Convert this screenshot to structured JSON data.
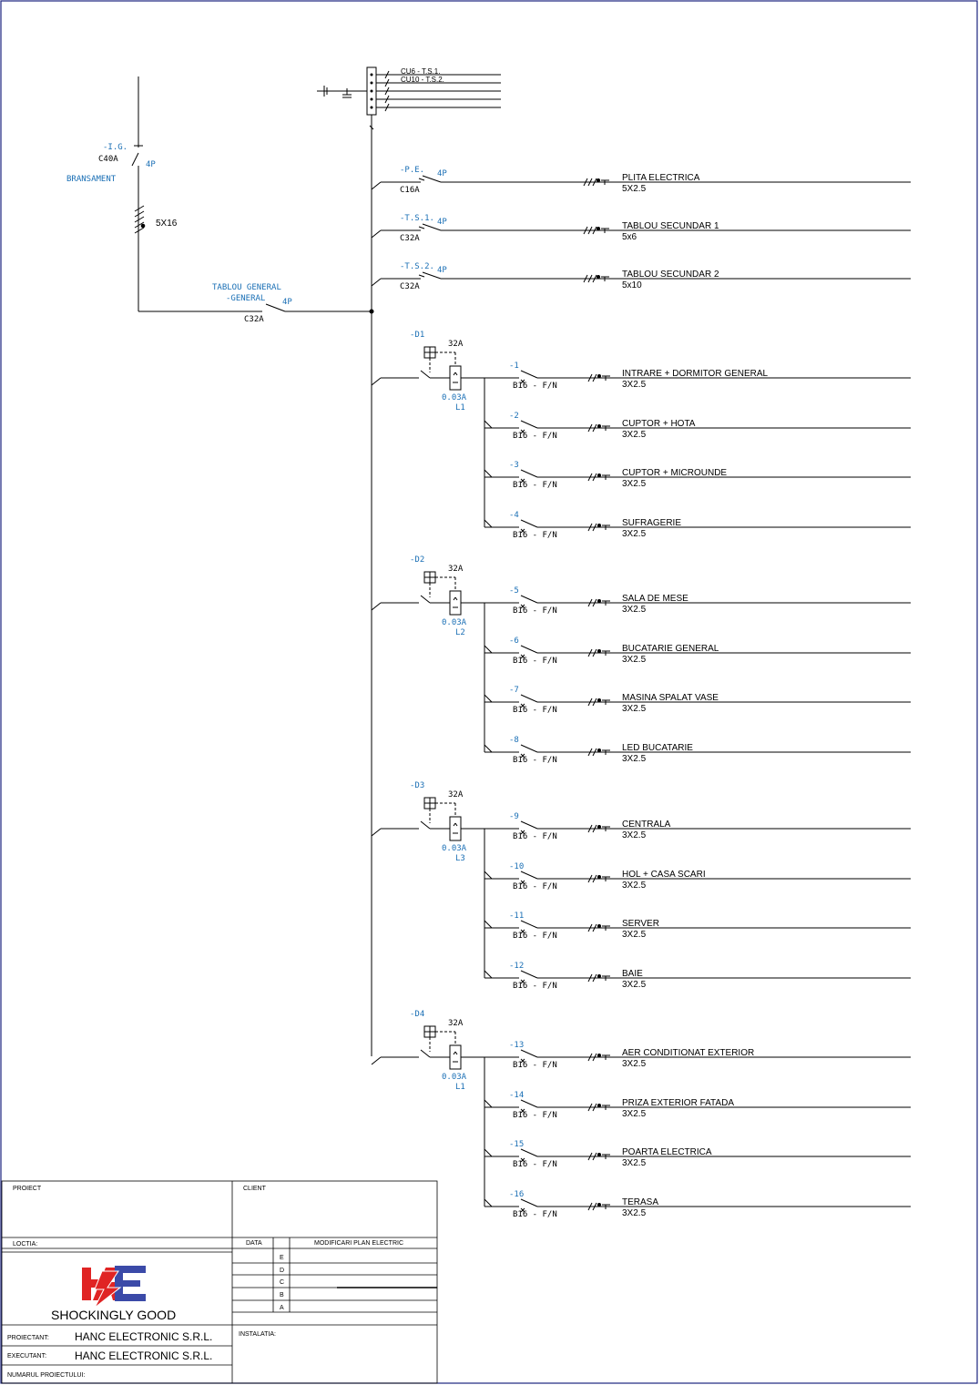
{
  "colors": {
    "label_blue": "#1a6fb5",
    "logo_red": "#e02424",
    "logo_blue": "#3b4aa8",
    "border": "#1a237e"
  },
  "incomer": {
    "device": "-I.G.",
    "rating": "C40A",
    "poles": "4P",
    "branch_label": "BRANSAMENT",
    "cable": "5X16"
  },
  "main_switch": {
    "title": "TABLOU GENERAL",
    "name": "-GENERAL",
    "poles": "4P",
    "rating": "C32A"
  },
  "earth_bar": {
    "labels": [
      "CU6 - T.S.1.",
      "CU10 - T.S.2."
    ]
  },
  "feeders": [
    {
      "id": "-P.E.",
      "poles": "4P",
      "rating": "C16A",
      "load": "PLITA ELECTRICA",
      "cable": "5X2.5"
    },
    {
      "id": "-T.S.1.",
      "poles": "4P",
      "rating": "C32A",
      "load": "TABLOU SECUNDAR 1",
      "cable": "5x6"
    },
    {
      "id": "-T.S.2.",
      "poles": "4P",
      "rating": "C32A",
      "load": "TABLOU SECUNDAR 2",
      "cable": "5x10"
    }
  ],
  "rcd_groups": [
    {
      "id": "-D1",
      "rating": "32A",
      "sens": "0.03A",
      "phase": "L1",
      "circuits": [
        {
          "id": "-1",
          "rating": "B16 - F/N",
          "load": "INTRARE + DORMITOR GENERAL",
          "cable": "3X2.5"
        },
        {
          "id": "-2",
          "rating": "B16 - F/N",
          "load": "CUPTOR + HOTA",
          "cable": "3X2.5"
        },
        {
          "id": "-3",
          "rating": "B16 - F/N",
          "load": "CUPTOR + MICROUNDE",
          "cable": "3X2.5"
        },
        {
          "id": "-4",
          "rating": "B16 - F/N",
          "load": "SUFRAGERIE",
          "cable": "3X2.5"
        }
      ]
    },
    {
      "id": "-D2",
      "rating": "32A",
      "sens": "0.03A",
      "phase": "L2",
      "circuits": [
        {
          "id": "-5",
          "rating": "B16 - F/N",
          "load": "SALA DE MESE",
          "cable": "3X2.5"
        },
        {
          "id": "-6",
          "rating": "B16 - F/N",
          "load": "BUCATARIE GENERAL",
          "cable": "3X2.5"
        },
        {
          "id": "-7",
          "rating": "B16 - F/N",
          "load": "MASINA SPALAT VASE",
          "cable": "3X2.5"
        },
        {
          "id": "-8",
          "rating": "B16 - F/N",
          "load": "LED BUCATARIE",
          "cable": "3X2.5"
        }
      ]
    },
    {
      "id": "-D3",
      "rating": "32A",
      "sens": "0.03A",
      "phase": "L3",
      "circuits": [
        {
          "id": "-9",
          "rating": "B16 - F/N",
          "load": "CENTRALA",
          "cable": "3X2.5"
        },
        {
          "id": "-10",
          "rating": "B16 - F/N",
          "load": "HOL + CASA SCARI",
          "cable": "3X2.5"
        },
        {
          "id": "-11",
          "rating": "B16 - F/N",
          "load": "SERVER",
          "cable": "3X2.5"
        },
        {
          "id": "-12",
          "rating": "B16 - F/N",
          "load": "BAIE",
          "cable": "3X2.5"
        }
      ]
    },
    {
      "id": "-D4",
      "rating": "32A",
      "sens": "0.03A",
      "phase": "L1",
      "circuits": [
        {
          "id": "-13",
          "rating": "B16 - F/N",
          "load": "AER CONDITIONAT EXTERIOR",
          "cable": "3X2.5"
        },
        {
          "id": "-14",
          "rating": "B16 - F/N",
          "load": "PRIZA EXTERIOR FATADA",
          "cable": "3X2.5"
        },
        {
          "id": "-15",
          "rating": "B16 - F/N",
          "load": "POARTA ELECTRICA",
          "cable": "3X2.5"
        },
        {
          "id": "-16",
          "rating": "B16 - F/N",
          "load": "TERASA",
          "cable": "3X2.5"
        }
      ]
    }
  ],
  "title_block": {
    "proiect_label": "PROIECT",
    "client_label": "CLIENT",
    "loctia_label": "LOCTIA:",
    "data_label": "DATA",
    "modificari_label": "MODIFICARI PLAN ELECTRIC",
    "revisions": [
      "E",
      "D",
      "C",
      "B",
      "A"
    ],
    "slogan": "SHOCKINGLY GOOD",
    "proiectant_label": "PROIECTANT:",
    "proiectant": "HANC ELECTRONIC S.R.L.",
    "executant_label": "EXECUTANT:",
    "executant": "HANC ELECTRONIC S.R.L.",
    "instalatia_label": "INSTALATIA:",
    "numar_label": "NUMARUL PROIECTULUI:"
  }
}
